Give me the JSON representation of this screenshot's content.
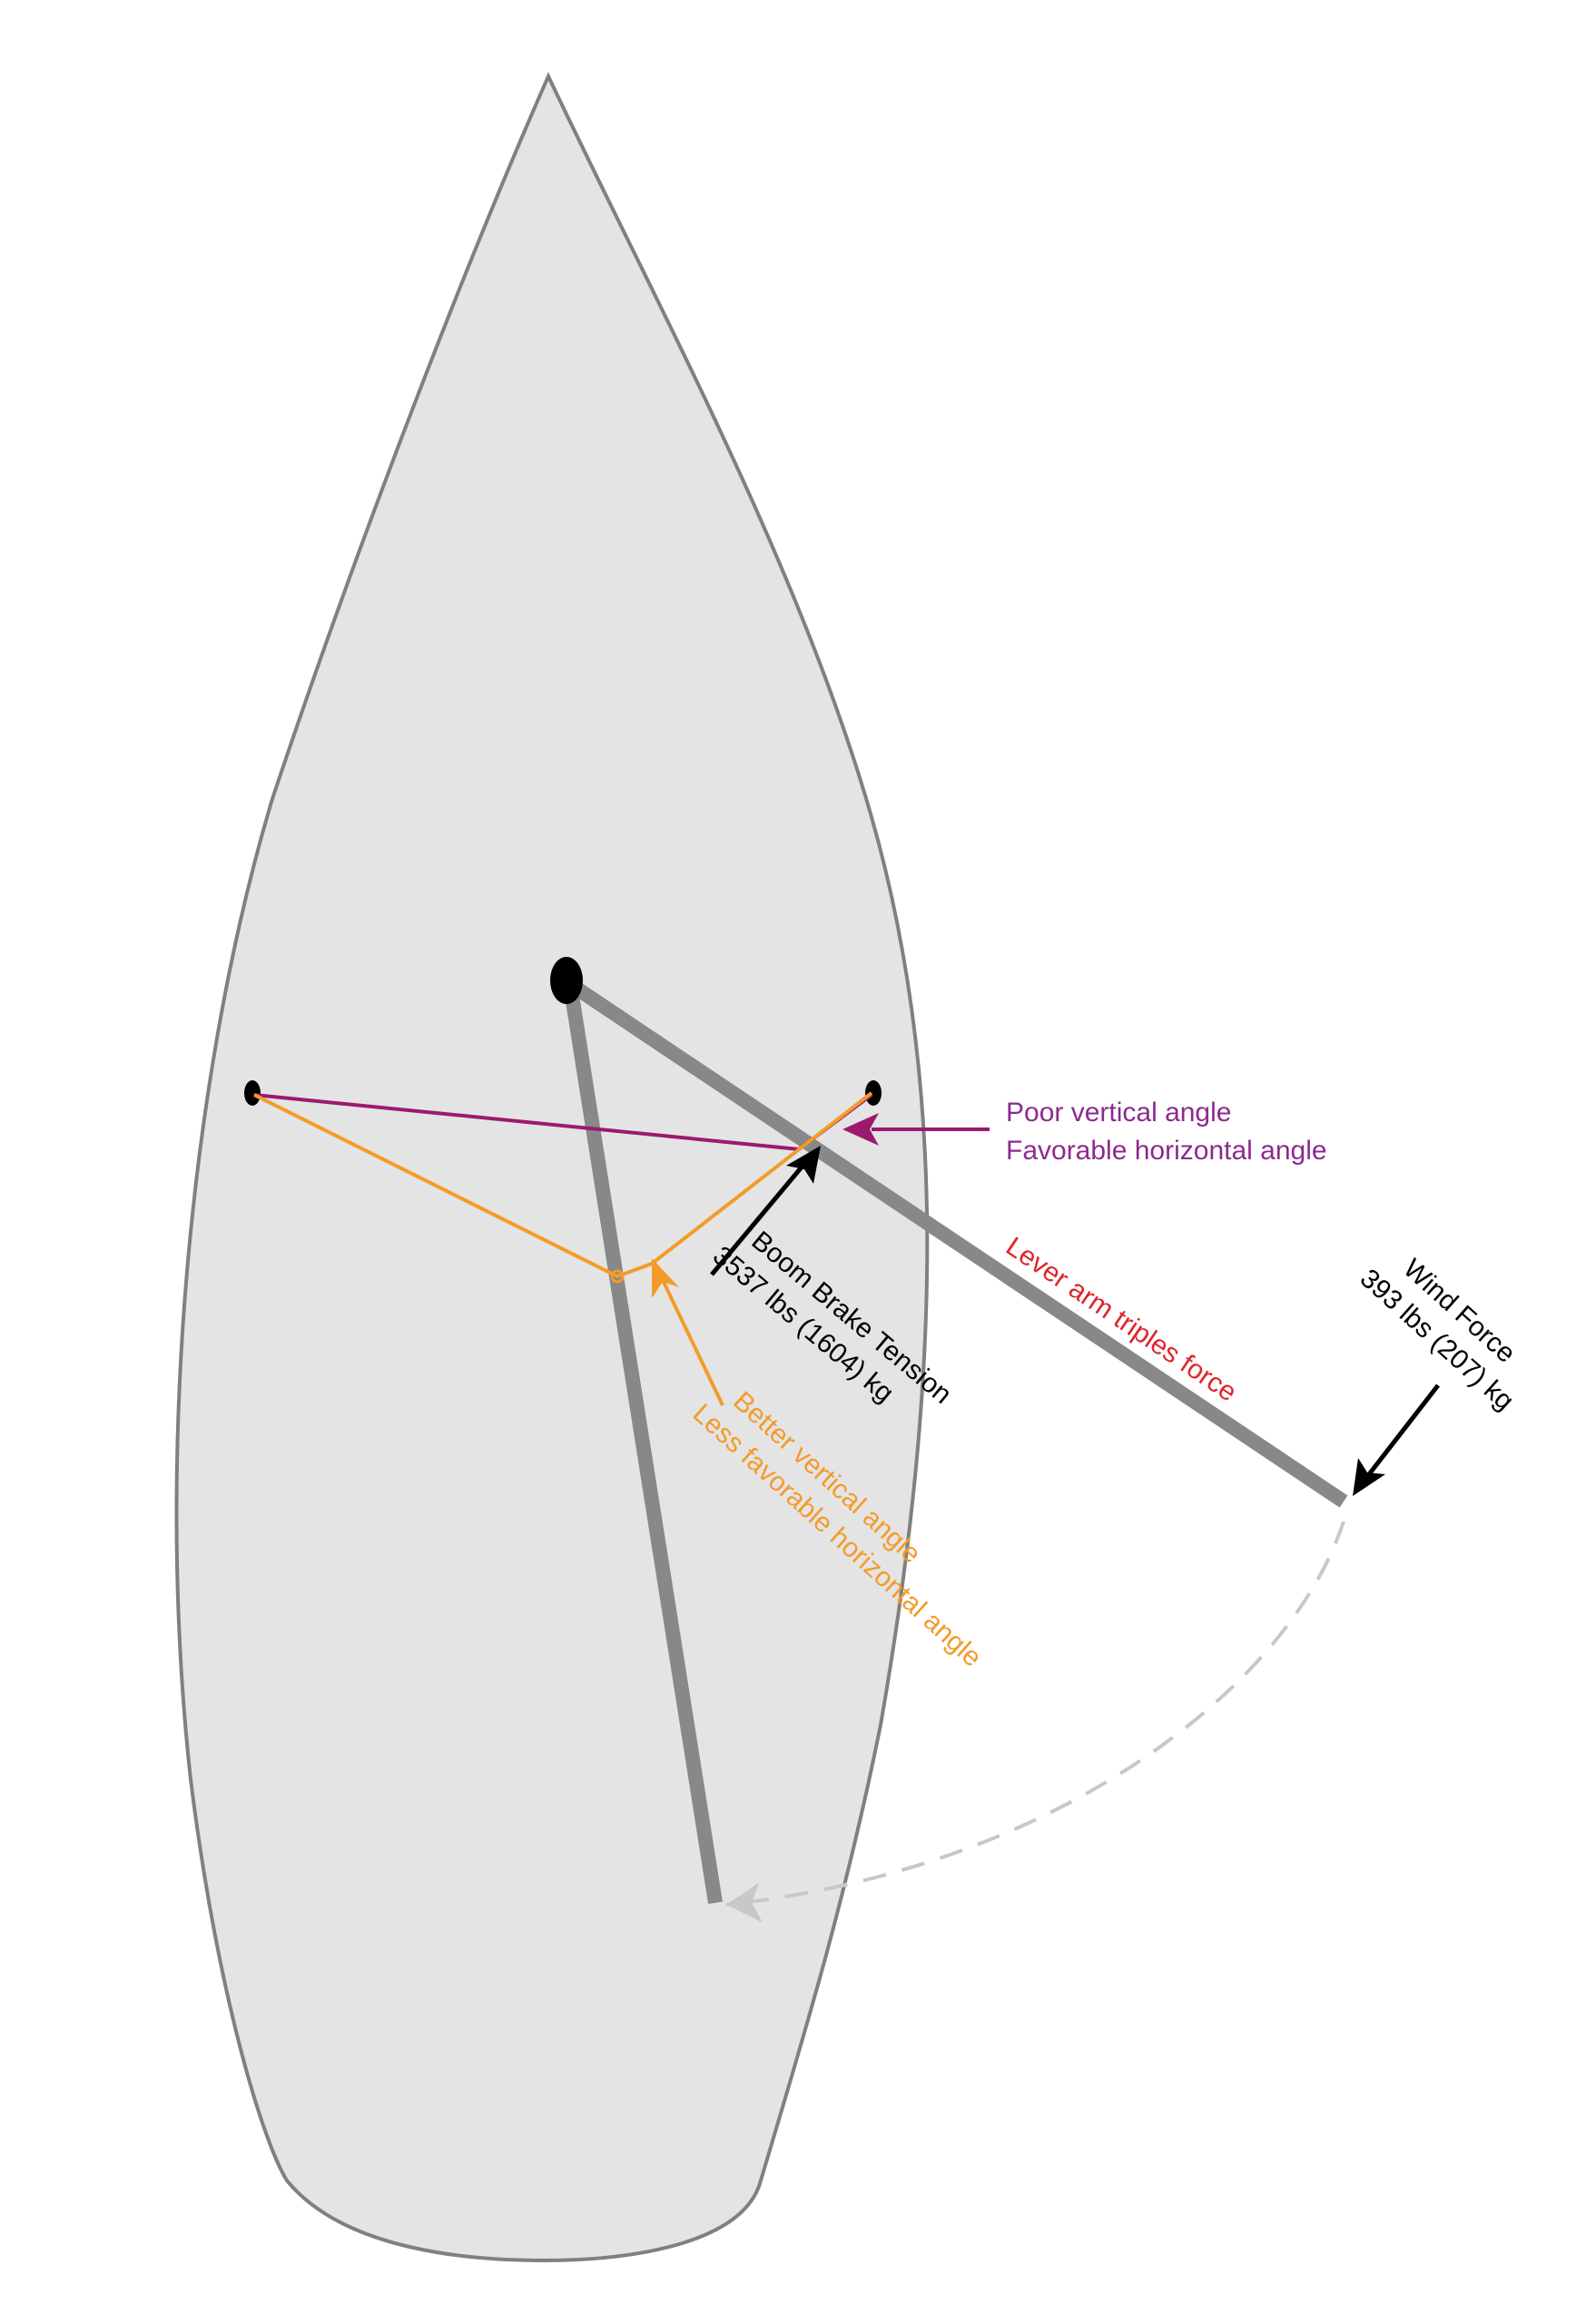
{
  "colors": {
    "hull_fill": "#e4e4e4",
    "hull_stroke": "#808080",
    "boom": "#888888",
    "purple": "#9b1a6e",
    "purple_label": "#8c2a8f",
    "orange": "#f39b2a",
    "red": "#e0252b",
    "arc": "#c8c8c8",
    "black": "#000000"
  },
  "labels": {
    "purple_line1": "Poor vertical angle",
    "purple_line2": "Favorable horizontal angle",
    "boom_brake_line1": "Boom Brake Tension",
    "boom_brake_line2": "3537 lbs (1604) kg",
    "lever_arm": "Lever arm triples force",
    "wind_line1": "Wind Force",
    "wind_line2": "393 lbs (207) kg",
    "orange_line1": "Better vertical angle",
    "orange_line2": "Less favorable horizontal angle"
  }
}
